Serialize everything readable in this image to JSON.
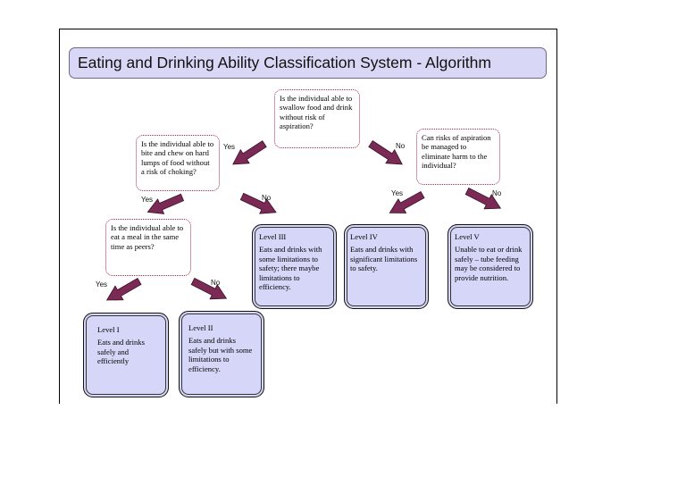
{
  "title": "Eating and Drinking Ability Classification System - Algorithm",
  "questions": {
    "q1": "Is the individual able to swallow food and drink without risk of aspiration?",
    "q2": "Is the individual able to bite and chew on hard lumps of food without a risk of choking?",
    "q3": "Can risks of aspiration be managed to eliminate harm to the individual?",
    "q4": "Is the individual able to eat a meal in the same time as peers?"
  },
  "levels": {
    "l1": {
      "name": "Level I",
      "text": "Eats and drinks safely and efficiently"
    },
    "l2": {
      "name": "Level II",
      "text": "Eats and drinks safely but with some limitations to efficiency."
    },
    "l3": {
      "name": "Level III",
      "text": "Eats and drinks with some limitations to safety; there maybe limitations to efficiency."
    },
    "l4": {
      "name": "Level IV",
      "text": "Eats and drinks with significant limitations to safety."
    },
    "l5": {
      "name": "Level V",
      "text": "Unable to eat or drink safely – tube feeding may be considered to provide nutrition."
    }
  },
  "labels": {
    "yes": "Yes",
    "no": "No"
  },
  "colors": {
    "arrow": "#7a2a55",
    "arrow_outline": "#3a1028",
    "level_fill": "#d6d6f8",
    "question_border": "#a8284a",
    "title_fill": "#d8d8f6"
  }
}
